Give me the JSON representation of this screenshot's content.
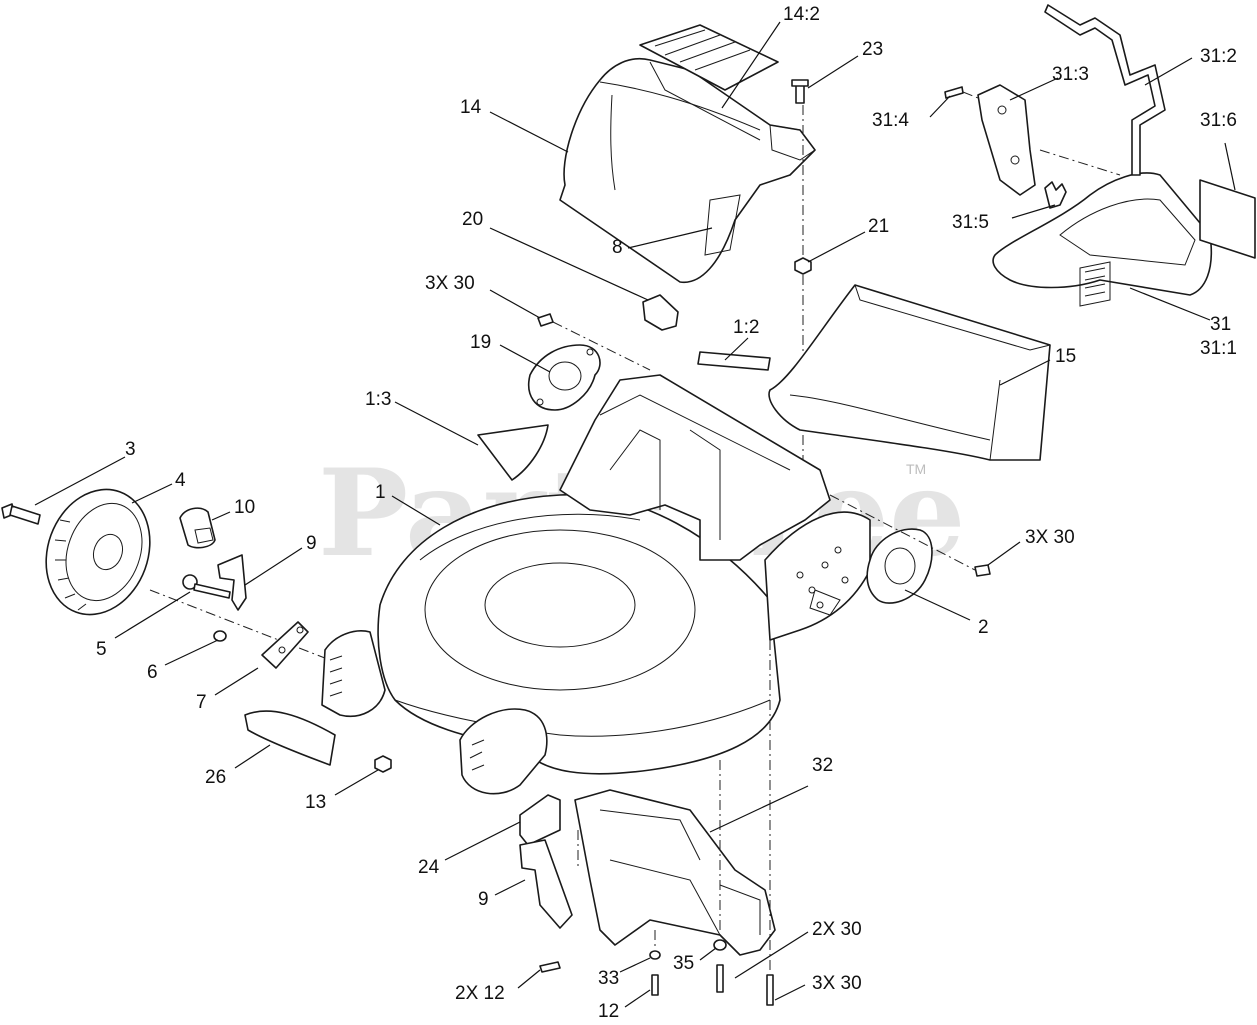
{
  "watermark": {
    "brand": "PartsTree",
    "trademark": "TM"
  },
  "callouts": [
    {
      "id": "c-14-2",
      "text": "14:2"
    },
    {
      "id": "c-23",
      "text": "23"
    },
    {
      "id": "c-31-2",
      "text": "31:2"
    },
    {
      "id": "c-31-3",
      "text": "31:3"
    },
    {
      "id": "c-14",
      "text": "14"
    },
    {
      "id": "c-31-4",
      "text": "31:4"
    },
    {
      "id": "c-31-6",
      "text": "31:6"
    },
    {
      "id": "c-31-5",
      "text": "31:5"
    },
    {
      "id": "c-8",
      "text": "8"
    },
    {
      "id": "c-20",
      "text": "20"
    },
    {
      "id": "c-21",
      "text": "21"
    },
    {
      "id": "c-3x30-top",
      "text": "3X 30"
    },
    {
      "id": "c-1-2",
      "text": "1:2"
    },
    {
      "id": "c-31",
      "text": "31"
    },
    {
      "id": "c-31-1",
      "text": "31:1"
    },
    {
      "id": "c-19",
      "text": "19"
    },
    {
      "id": "c-15",
      "text": "15"
    },
    {
      "id": "c-1-3",
      "text": "1:3"
    },
    {
      "id": "c-3",
      "text": "3"
    },
    {
      "id": "c-4",
      "text": "4"
    },
    {
      "id": "c-1",
      "text": "1"
    },
    {
      "id": "c-10",
      "text": "10"
    },
    {
      "id": "c-9-top",
      "text": "9"
    },
    {
      "id": "c-3x30-right",
      "text": "3X 30"
    },
    {
      "id": "c-2",
      "text": "2"
    },
    {
      "id": "c-5",
      "text": "5"
    },
    {
      "id": "c-6",
      "text": "6"
    },
    {
      "id": "c-7",
      "text": "7"
    },
    {
      "id": "c-32",
      "text": "32"
    },
    {
      "id": "c-26",
      "text": "26"
    },
    {
      "id": "c-13",
      "text": "13"
    },
    {
      "id": "c-24",
      "text": "24"
    },
    {
      "id": "c-9-bottom",
      "text": "9"
    },
    {
      "id": "c-2x30",
      "text": "2X 30"
    },
    {
      "id": "c-33",
      "text": "33"
    },
    {
      "id": "c-35",
      "text": "35"
    },
    {
      "id": "c-2x12",
      "text": "2X 12"
    },
    {
      "id": "c-12",
      "text": "12"
    },
    {
      "id": "c-3x30-bottom",
      "text": "3X 30"
    }
  ]
}
